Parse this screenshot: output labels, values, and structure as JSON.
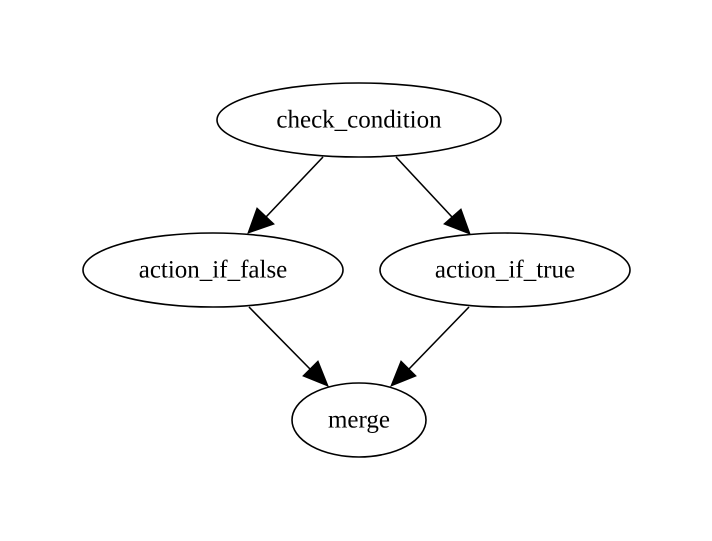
{
  "diagram": {
    "type": "directed-graph",
    "line_color": "#000000",
    "background": "#ffffff",
    "nodes": [
      {
        "id": "check_condition",
        "label": "check_condition",
        "shape": "ellipse"
      },
      {
        "id": "action_if_false",
        "label": "action_if_false",
        "shape": "ellipse"
      },
      {
        "id": "action_if_true",
        "label": "action_if_true",
        "shape": "ellipse"
      },
      {
        "id": "merge",
        "label": "merge",
        "shape": "ellipse"
      }
    ],
    "edges": [
      {
        "from": "check_condition",
        "to": "action_if_false"
      },
      {
        "from": "check_condition",
        "to": "action_if_true"
      },
      {
        "from": "action_if_false",
        "to": "merge"
      },
      {
        "from": "action_if_true",
        "to": "merge"
      }
    ]
  }
}
